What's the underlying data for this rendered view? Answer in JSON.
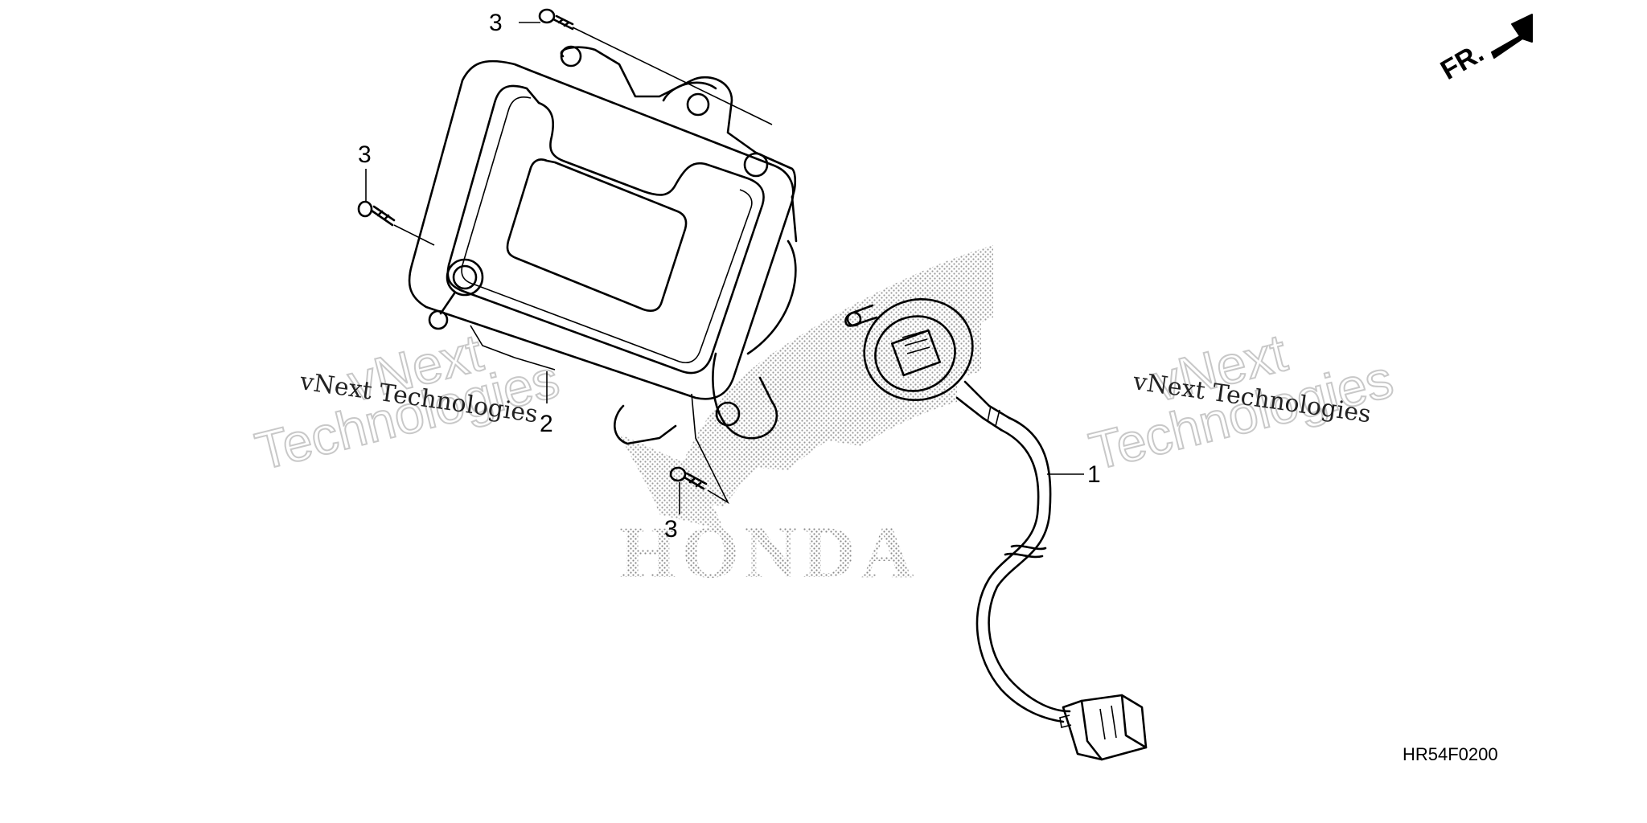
{
  "diagram": {
    "part_code": "HR54F0200",
    "direction_label": "FR.",
    "callouts": {
      "meter_cable": "1",
      "meter_assembly": "2",
      "screw_top": "3",
      "screw_left": "3",
      "screw_bottom": "3"
    },
    "logo_text": "HONDA",
    "watermarks": {
      "left_small": "vNext Technologies",
      "left_big_line1": "vNext",
      "left_big_line2": "Technologies",
      "right_small": "vNext Technologies",
      "right_big_line1": "vNext",
      "right_big_line2": "Technologies"
    }
  }
}
